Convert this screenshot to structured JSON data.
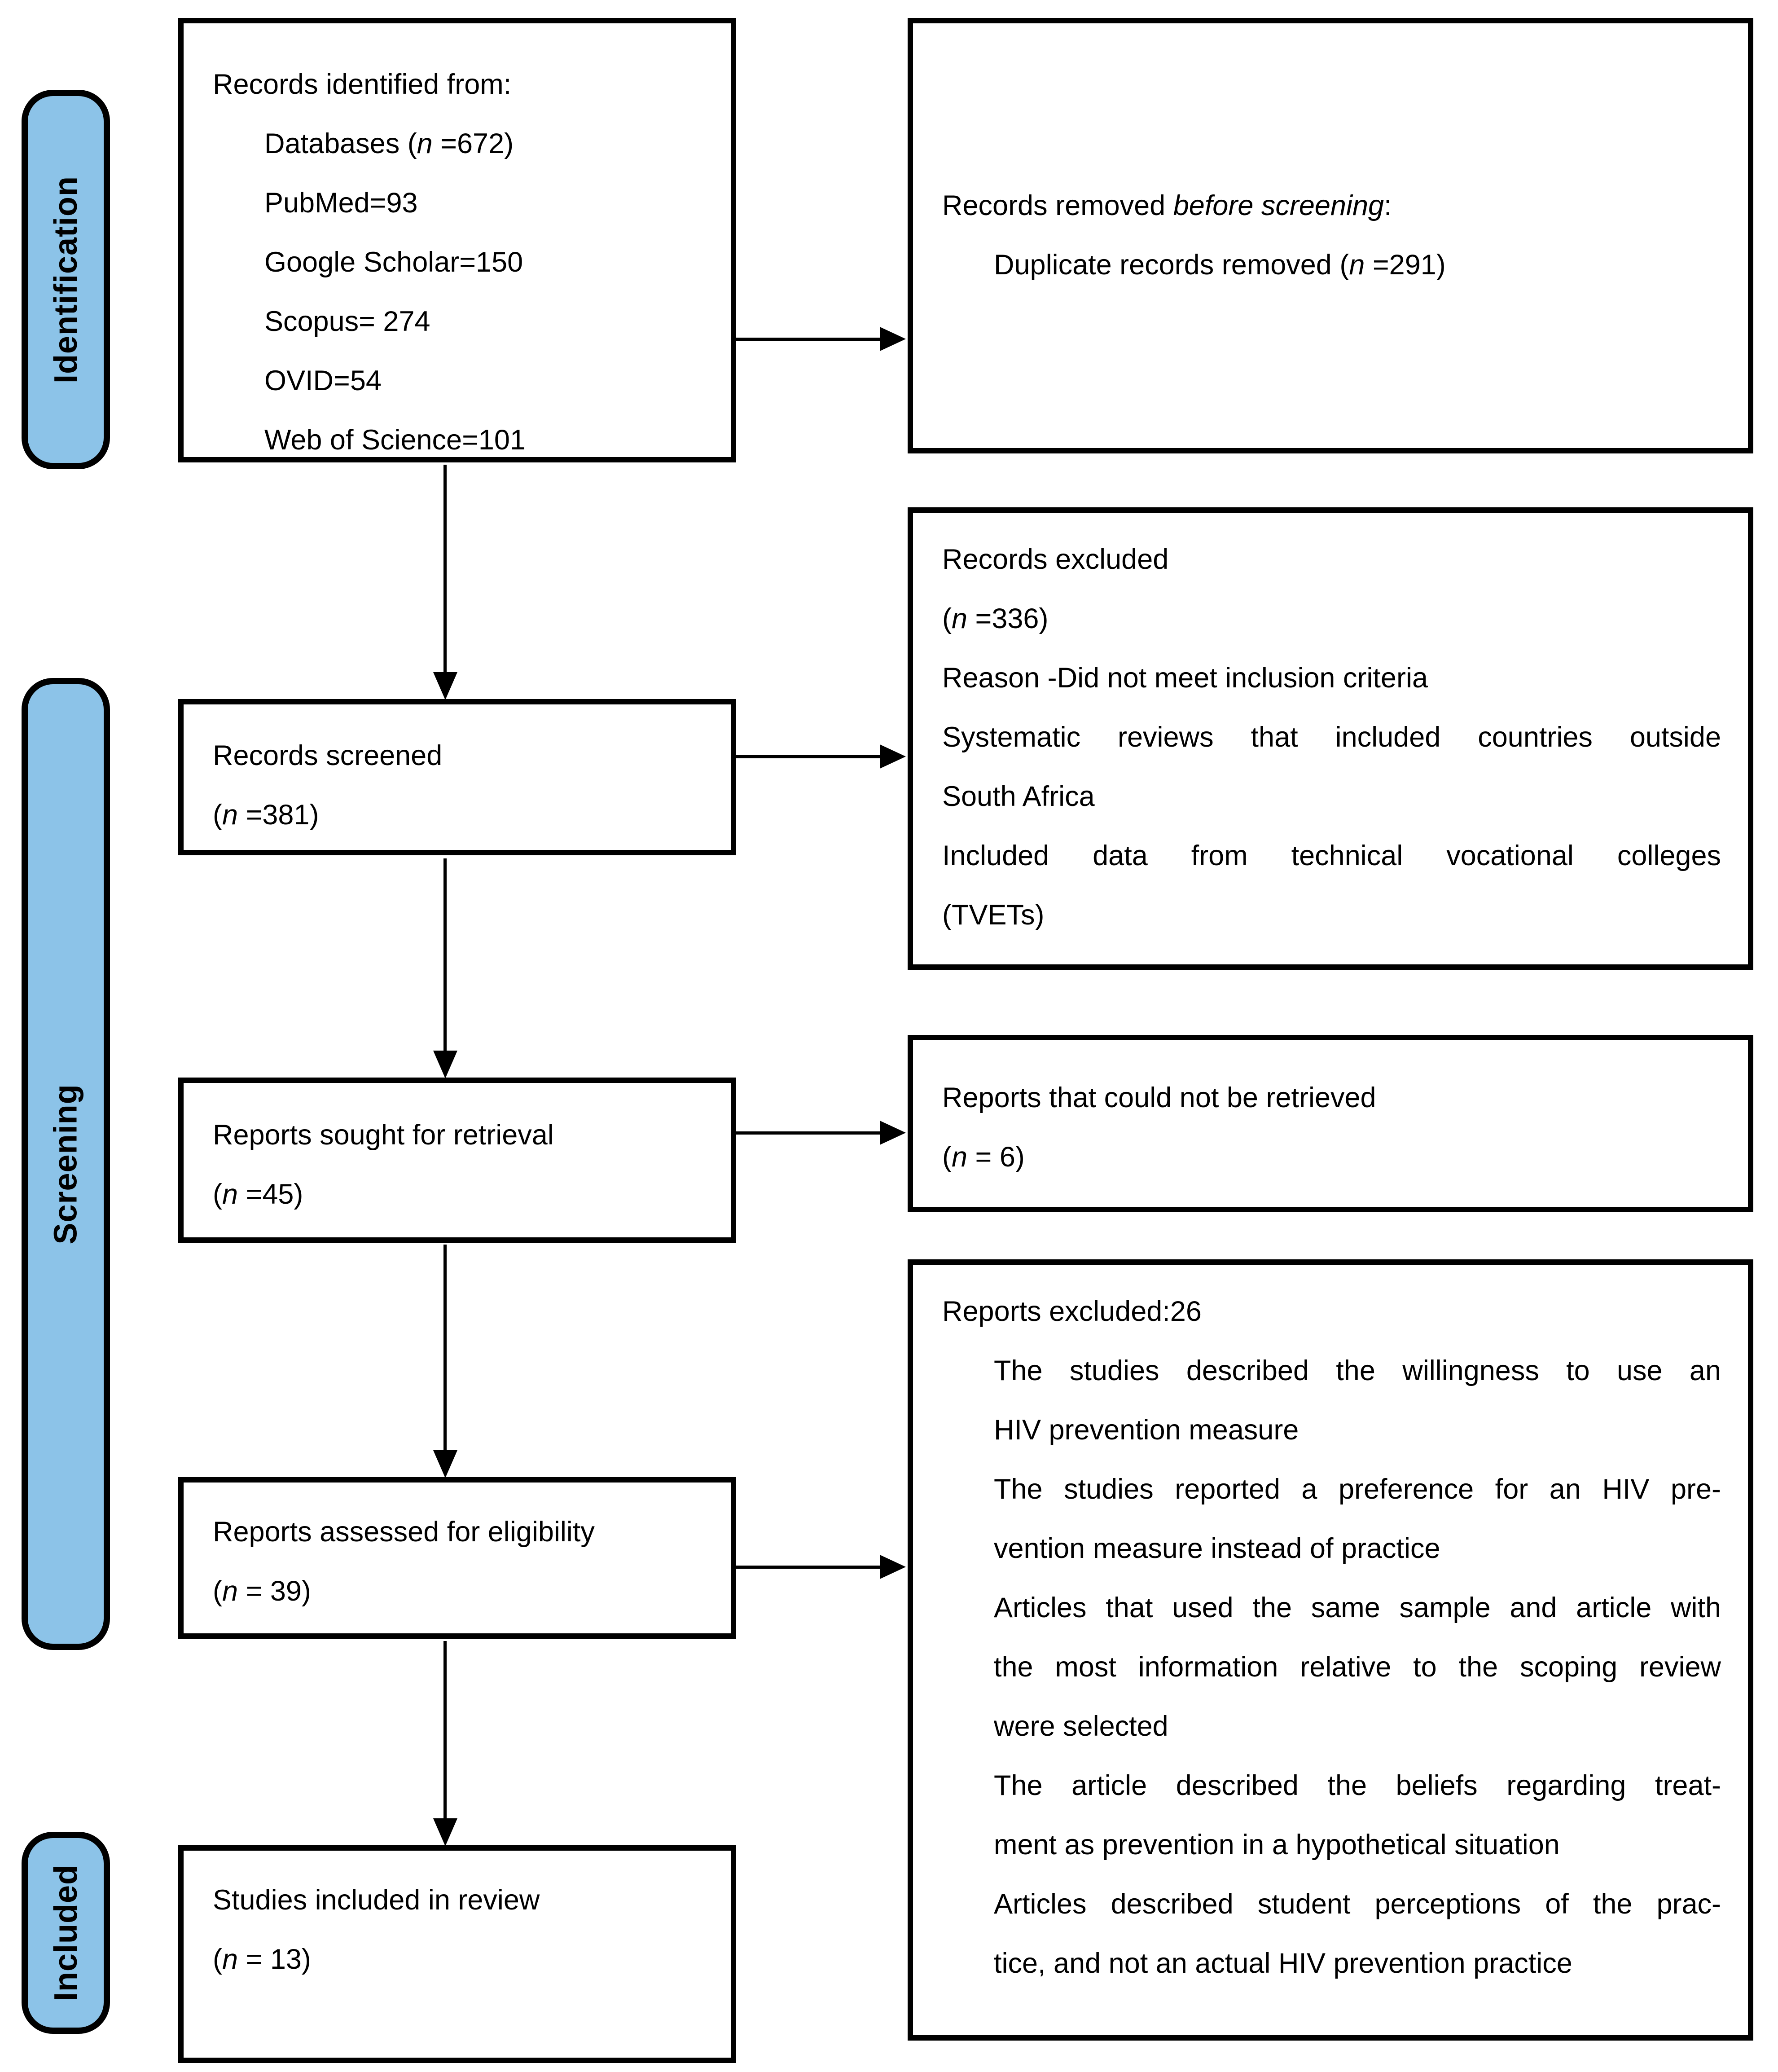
{
  "figure_type": "PRISMA flow diagram",
  "colors": {
    "stage_label_fill": "#8CC3E8",
    "border": "#000000",
    "background": "#FFFFFF",
    "text": "#000000"
  },
  "stage_labels": [
    {
      "id": "identification",
      "text": "Identification"
    },
    {
      "id": "screening",
      "text": "Screening"
    },
    {
      "id": "included",
      "text": "Included"
    }
  ],
  "boxes": {
    "records_identified": {
      "lines": [
        {
          "runs": [
            {
              "text": "Records identified from:"
            }
          ]
        },
        {
          "indent": true,
          "runs": [
            {
              "text": "Databases ("
            },
            {
              "text": "n",
              "italic": true
            },
            {
              "text": " =672)"
            }
          ]
        },
        {
          "indent": true,
          "runs": [
            {
              "text": "PubMed=93"
            }
          ]
        },
        {
          "indent": true,
          "runs": [
            {
              "text": "Google Scholar=150"
            }
          ]
        },
        {
          "indent": true,
          "runs": [
            {
              "text": "Scopus= 274"
            }
          ]
        },
        {
          "indent": true,
          "runs": [
            {
              "text": "OVID=54"
            }
          ]
        },
        {
          "indent": true,
          "runs": [
            {
              "text": "Web of Science=101"
            }
          ]
        }
      ]
    },
    "records_removed": {
      "lines": [
        {
          "runs": [
            {
              "text": "Records removed "
            },
            {
              "text": "before screening",
              "italic": true
            },
            {
              "text": ":"
            }
          ]
        },
        {
          "indent": true,
          "runs": [
            {
              "text": "Duplicate records removed ("
            },
            {
              "text": "n",
              "italic": true
            },
            {
              "text": " =291)"
            }
          ]
        }
      ]
    },
    "records_screened": {
      "lines": [
        {
          "runs": [
            {
              "text": "Records screened"
            }
          ]
        },
        {
          "runs": [
            {
              "text": "("
            },
            {
              "text": "n",
              "italic": true
            },
            {
              "text": " =381)"
            }
          ]
        }
      ]
    },
    "records_excluded": {
      "lines": [
        {
          "runs": [
            {
              "text": "Records excluded"
            }
          ]
        },
        {
          "runs": [
            {
              "text": "("
            },
            {
              "text": "n",
              "italic": true
            },
            {
              "text": " =336)"
            }
          ]
        },
        {
          "runs": [
            {
              "text": "Reason -Did not meet inclusion criteria"
            }
          ]
        },
        {
          "justify": true,
          "runs": [
            {
              "text": "Systematic reviews that included countries outside"
            }
          ]
        },
        {
          "runs": [
            {
              "text": "South Africa"
            }
          ]
        },
        {
          "justify": true,
          "runs": [
            {
              "text": "Included data from technical vocational colleges"
            }
          ]
        },
        {
          "runs": [
            {
              "text": "(TVETs)"
            }
          ]
        }
      ]
    },
    "reports_sought": {
      "lines": [
        {
          "runs": [
            {
              "text": "Reports sought for retrieval"
            }
          ]
        },
        {
          "runs": [
            {
              "text": "("
            },
            {
              "text": "n",
              "italic": true
            },
            {
              "text": " =45)"
            }
          ]
        }
      ]
    },
    "reports_not_retrieved": {
      "lines": [
        {
          "runs": [
            {
              "text": "Reports that could not be retrieved"
            }
          ]
        },
        {
          "runs": [
            {
              "text": "("
            },
            {
              "text": "n",
              "italic": true
            },
            {
              "text": " = 6)"
            }
          ]
        }
      ]
    },
    "reports_assessed": {
      "lines": [
        {
          "runs": [
            {
              "text": "Reports assessed for eligibility"
            }
          ]
        },
        {
          "runs": [
            {
              "text": "("
            },
            {
              "text": "n",
              "italic": true
            },
            {
              "text": " = 39)"
            }
          ]
        }
      ]
    },
    "reports_excluded": {
      "lines": [
        {
          "runs": [
            {
              "text": "Reports excluded:26"
            }
          ]
        },
        {
          "indent": true,
          "justify": true,
          "runs": [
            {
              "text": "The studies described the willingness to use an"
            }
          ]
        },
        {
          "indent": true,
          "runs": [
            {
              "text": "HIV prevention measure"
            }
          ]
        },
        {
          "indent": true,
          "justify": true,
          "runs": [
            {
              "text": "The studies reported a preference for an HIV pre-"
            }
          ]
        },
        {
          "indent": true,
          "runs": [
            {
              "text": "vention measure instead of practice"
            }
          ]
        },
        {
          "indent": true,
          "justify": true,
          "runs": [
            {
              "text": "Articles that used the same sample and article with"
            }
          ]
        },
        {
          "indent": true,
          "justify": true,
          "runs": [
            {
              "text": "the most information relative to the scoping review"
            }
          ]
        },
        {
          "indent": true,
          "runs": [
            {
              "text": "were selected"
            }
          ]
        },
        {
          "indent": true,
          "justify": true,
          "runs": [
            {
              "text": "The article described the beliefs regarding treat-"
            }
          ]
        },
        {
          "indent": true,
          "runs": [
            {
              "text": "ment as prevention in a hypothetical situation"
            }
          ]
        },
        {
          "indent": true,
          "justify": true,
          "runs": [
            {
              "text": "Articles described student perceptions of the prac-"
            }
          ]
        },
        {
          "indent": true,
          "runs": [
            {
              "text": "tice, and not an actual HIV prevention practice"
            }
          ]
        }
      ]
    },
    "studies_included": {
      "lines": [
        {
          "runs": [
            {
              "text": "Studies included in review"
            }
          ]
        },
        {
          "runs": [
            {
              "text": "("
            },
            {
              "text": "n",
              "italic": true
            },
            {
              "text": " = 13)"
            }
          ]
        }
      ]
    }
  }
}
